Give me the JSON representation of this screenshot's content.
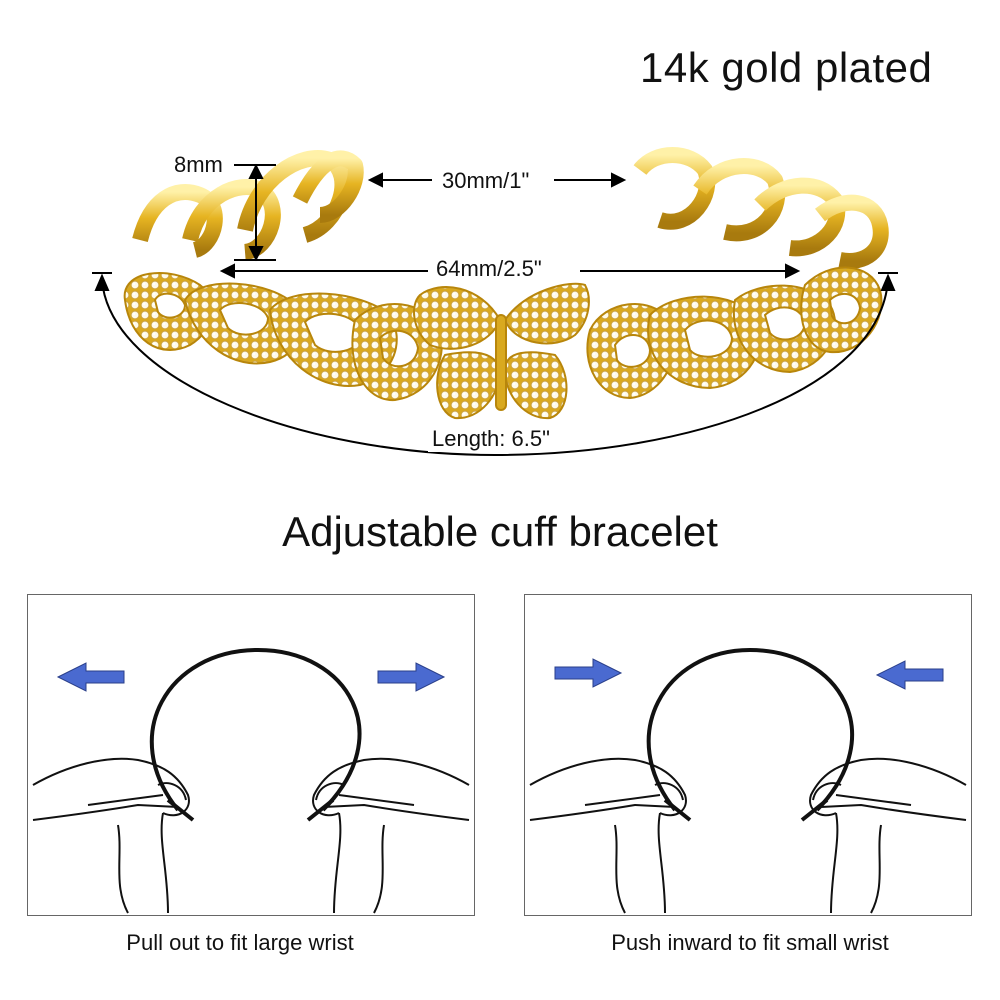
{
  "title": "14k gold plated",
  "subtitle": "Adjustable cuff bracelet",
  "dimensions": {
    "height": "8mm",
    "gap": "30mm/1\"",
    "width": "64mm/2.5\"",
    "length": "Length: 6.5\""
  },
  "panels": [
    {
      "caption": "Pull out to fit large wrist",
      "direction": "out"
    },
    {
      "caption": "Push inward to fit small wrist",
      "direction": "in"
    }
  ],
  "colors": {
    "gold": "#e6b422",
    "gold_dark": "#b8860b",
    "arrow_blue": "#3f5fc0",
    "outline": "#111111"
  }
}
